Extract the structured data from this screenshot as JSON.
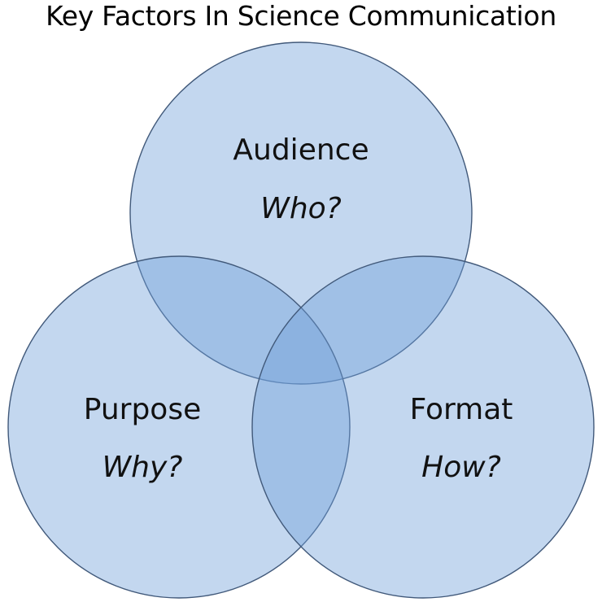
{
  "title": "Key Factors In Science Communication",
  "colors": {
    "circle_fill": "#6f9fd8",
    "circle_stroke": "#41597a",
    "text": "#111111"
  },
  "sets": [
    {
      "id": "audience",
      "label": "Audience",
      "question": "Who?"
    },
    {
      "id": "purpose",
      "label": "Purpose",
      "question": "Why?"
    },
    {
      "id": "format",
      "label": "Format",
      "question": "How?"
    }
  ]
}
